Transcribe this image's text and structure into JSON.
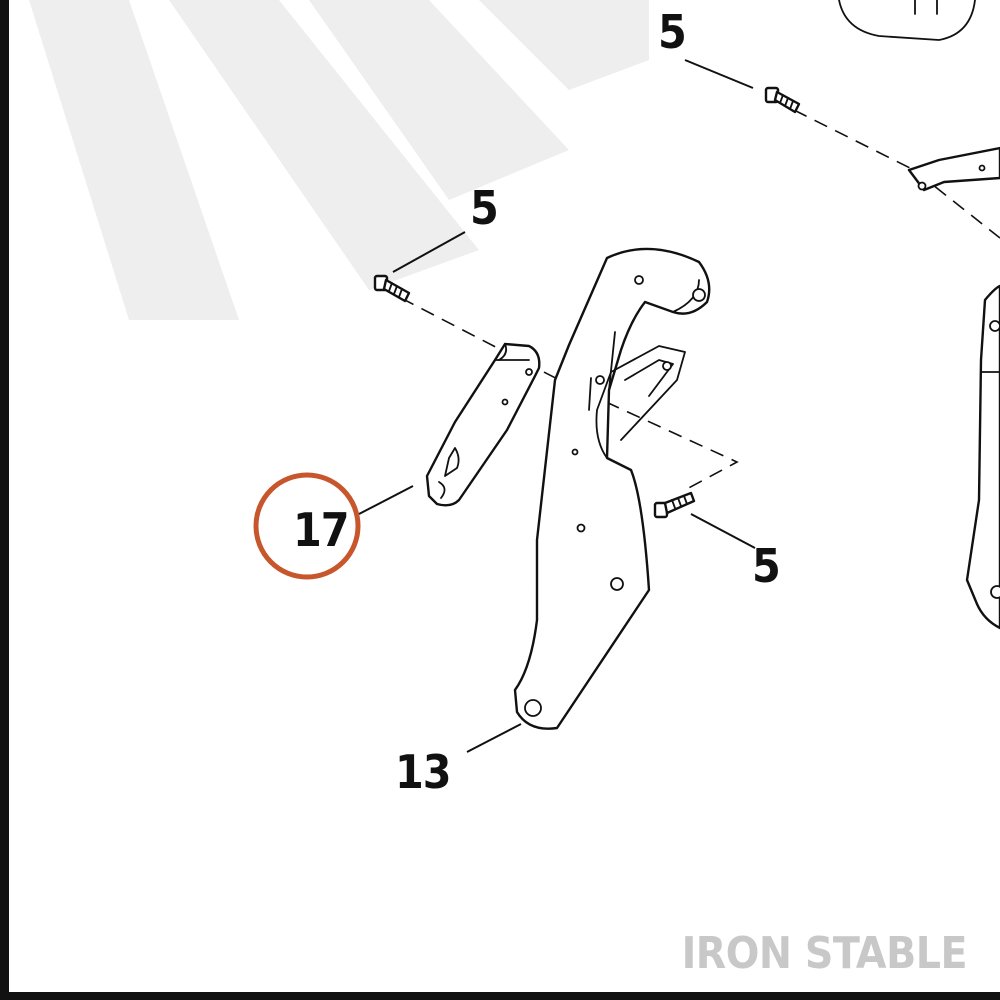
{
  "callouts": {
    "top_screw": "5",
    "upper_left_screw": "5",
    "lower_right_screw": "5",
    "bracket_small": "17",
    "bracket_large": "13"
  },
  "brand": "IRON STABLE",
  "colors": {
    "highlight_ring": "#c8562c",
    "ink": "#111111",
    "brand_text": "#c8c8c8",
    "watermark": "#eeeeee"
  },
  "highlighted_part": "17"
}
